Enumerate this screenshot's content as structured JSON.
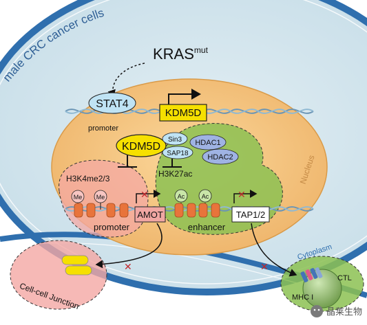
{
  "cell_label": "male CRC cancer cells",
  "kras_label": "KRAS",
  "kras_superscript": "mut",
  "stat4_label": "STAT4",
  "kdm5d_gene_label": "KDM5D",
  "promoter_top_label": "promoter",
  "kdm5d_protein_label": "KDM5D",
  "sin3_label": "Sin3",
  "sap18_label": "SAP18",
  "hdac1_label": "HDAC1",
  "hdac2_label": "HDAC2",
  "h3k4_label": "H3K4me2/3",
  "h3k27_label": "H3K27ac",
  "me_label": "Me",
  "ac_label": "Ac",
  "amot_label": "AMOT",
  "tap_label": "TAP1/2",
  "promoter_bottom_label": "promoter",
  "enhancer_label": "enhancer",
  "nucleus_label": "Nucleus",
  "cytoplasm_label": "Cytoplasm",
  "junction_label": "Cell-cell Junction",
  "ctl_label": "CTL",
  "mhc_label": "MHC I",
  "watermark_text": "晶莱生物",
  "colors": {
    "cytoplasm": "#cfe3ec",
    "membrane": "#2f6fae",
    "nucleus": "#f3c27d",
    "green": "#8cc152",
    "pink": "#f7b7b4",
    "yellow": "#f6e000",
    "stat4": "#bfe3f4",
    "hdac": "#9fb3e3"
  }
}
